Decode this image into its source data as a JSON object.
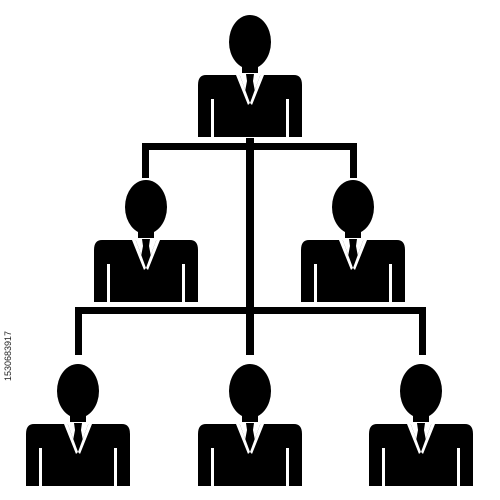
{
  "diagram": {
    "type": "org-chart",
    "levels": [
      {
        "level": 1,
        "people": [
          {
            "icon": "businessman-icon"
          }
        ]
      },
      {
        "level": 2,
        "people": [
          {
            "icon": "businessman-icon"
          },
          {
            "icon": "businessman-icon"
          }
        ]
      },
      {
        "level": 3,
        "people": [
          {
            "icon": "businessman-icon"
          },
          {
            "icon": "businessman-icon"
          },
          {
            "icon": "businessman-icon"
          }
        ]
      }
    ],
    "colors": {
      "figure": "#000000",
      "shirt": "#ffffff",
      "background": "#ffffff"
    }
  },
  "watermark": {
    "id_text": "1530683917"
  }
}
